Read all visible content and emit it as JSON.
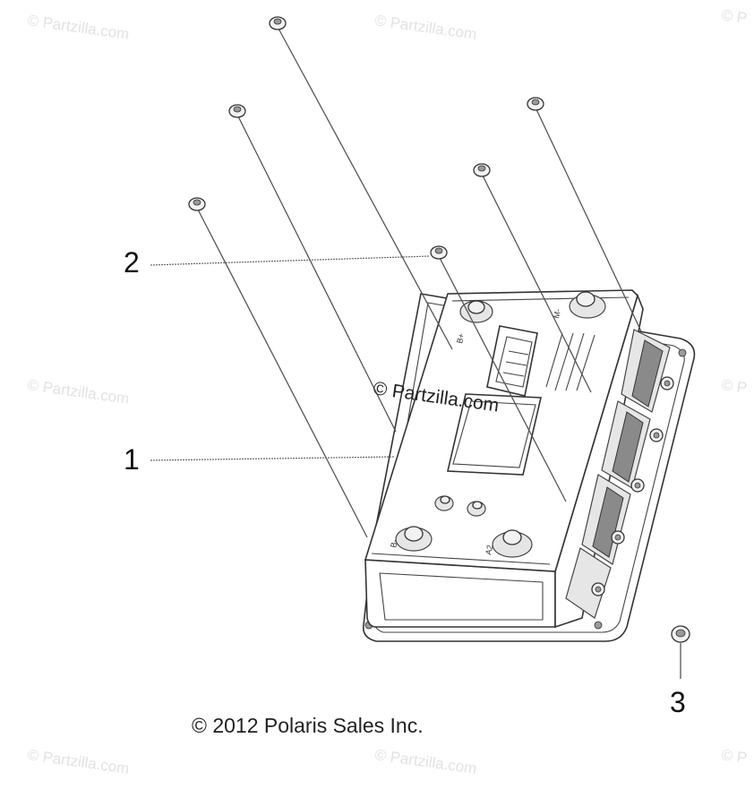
{
  "watermarks": {
    "corner_text": "© Partzilla.com",
    "corner_text_cut": "© P",
    "center_text": "© Partzilla.com"
  },
  "callouts": {
    "c1": "1",
    "c2": "2",
    "c3": "3"
  },
  "copyright": "© 2012 Polaris Sales Inc.",
  "colors": {
    "line": "#555555",
    "text": "#111111",
    "watermark": "#e2e2e2"
  }
}
